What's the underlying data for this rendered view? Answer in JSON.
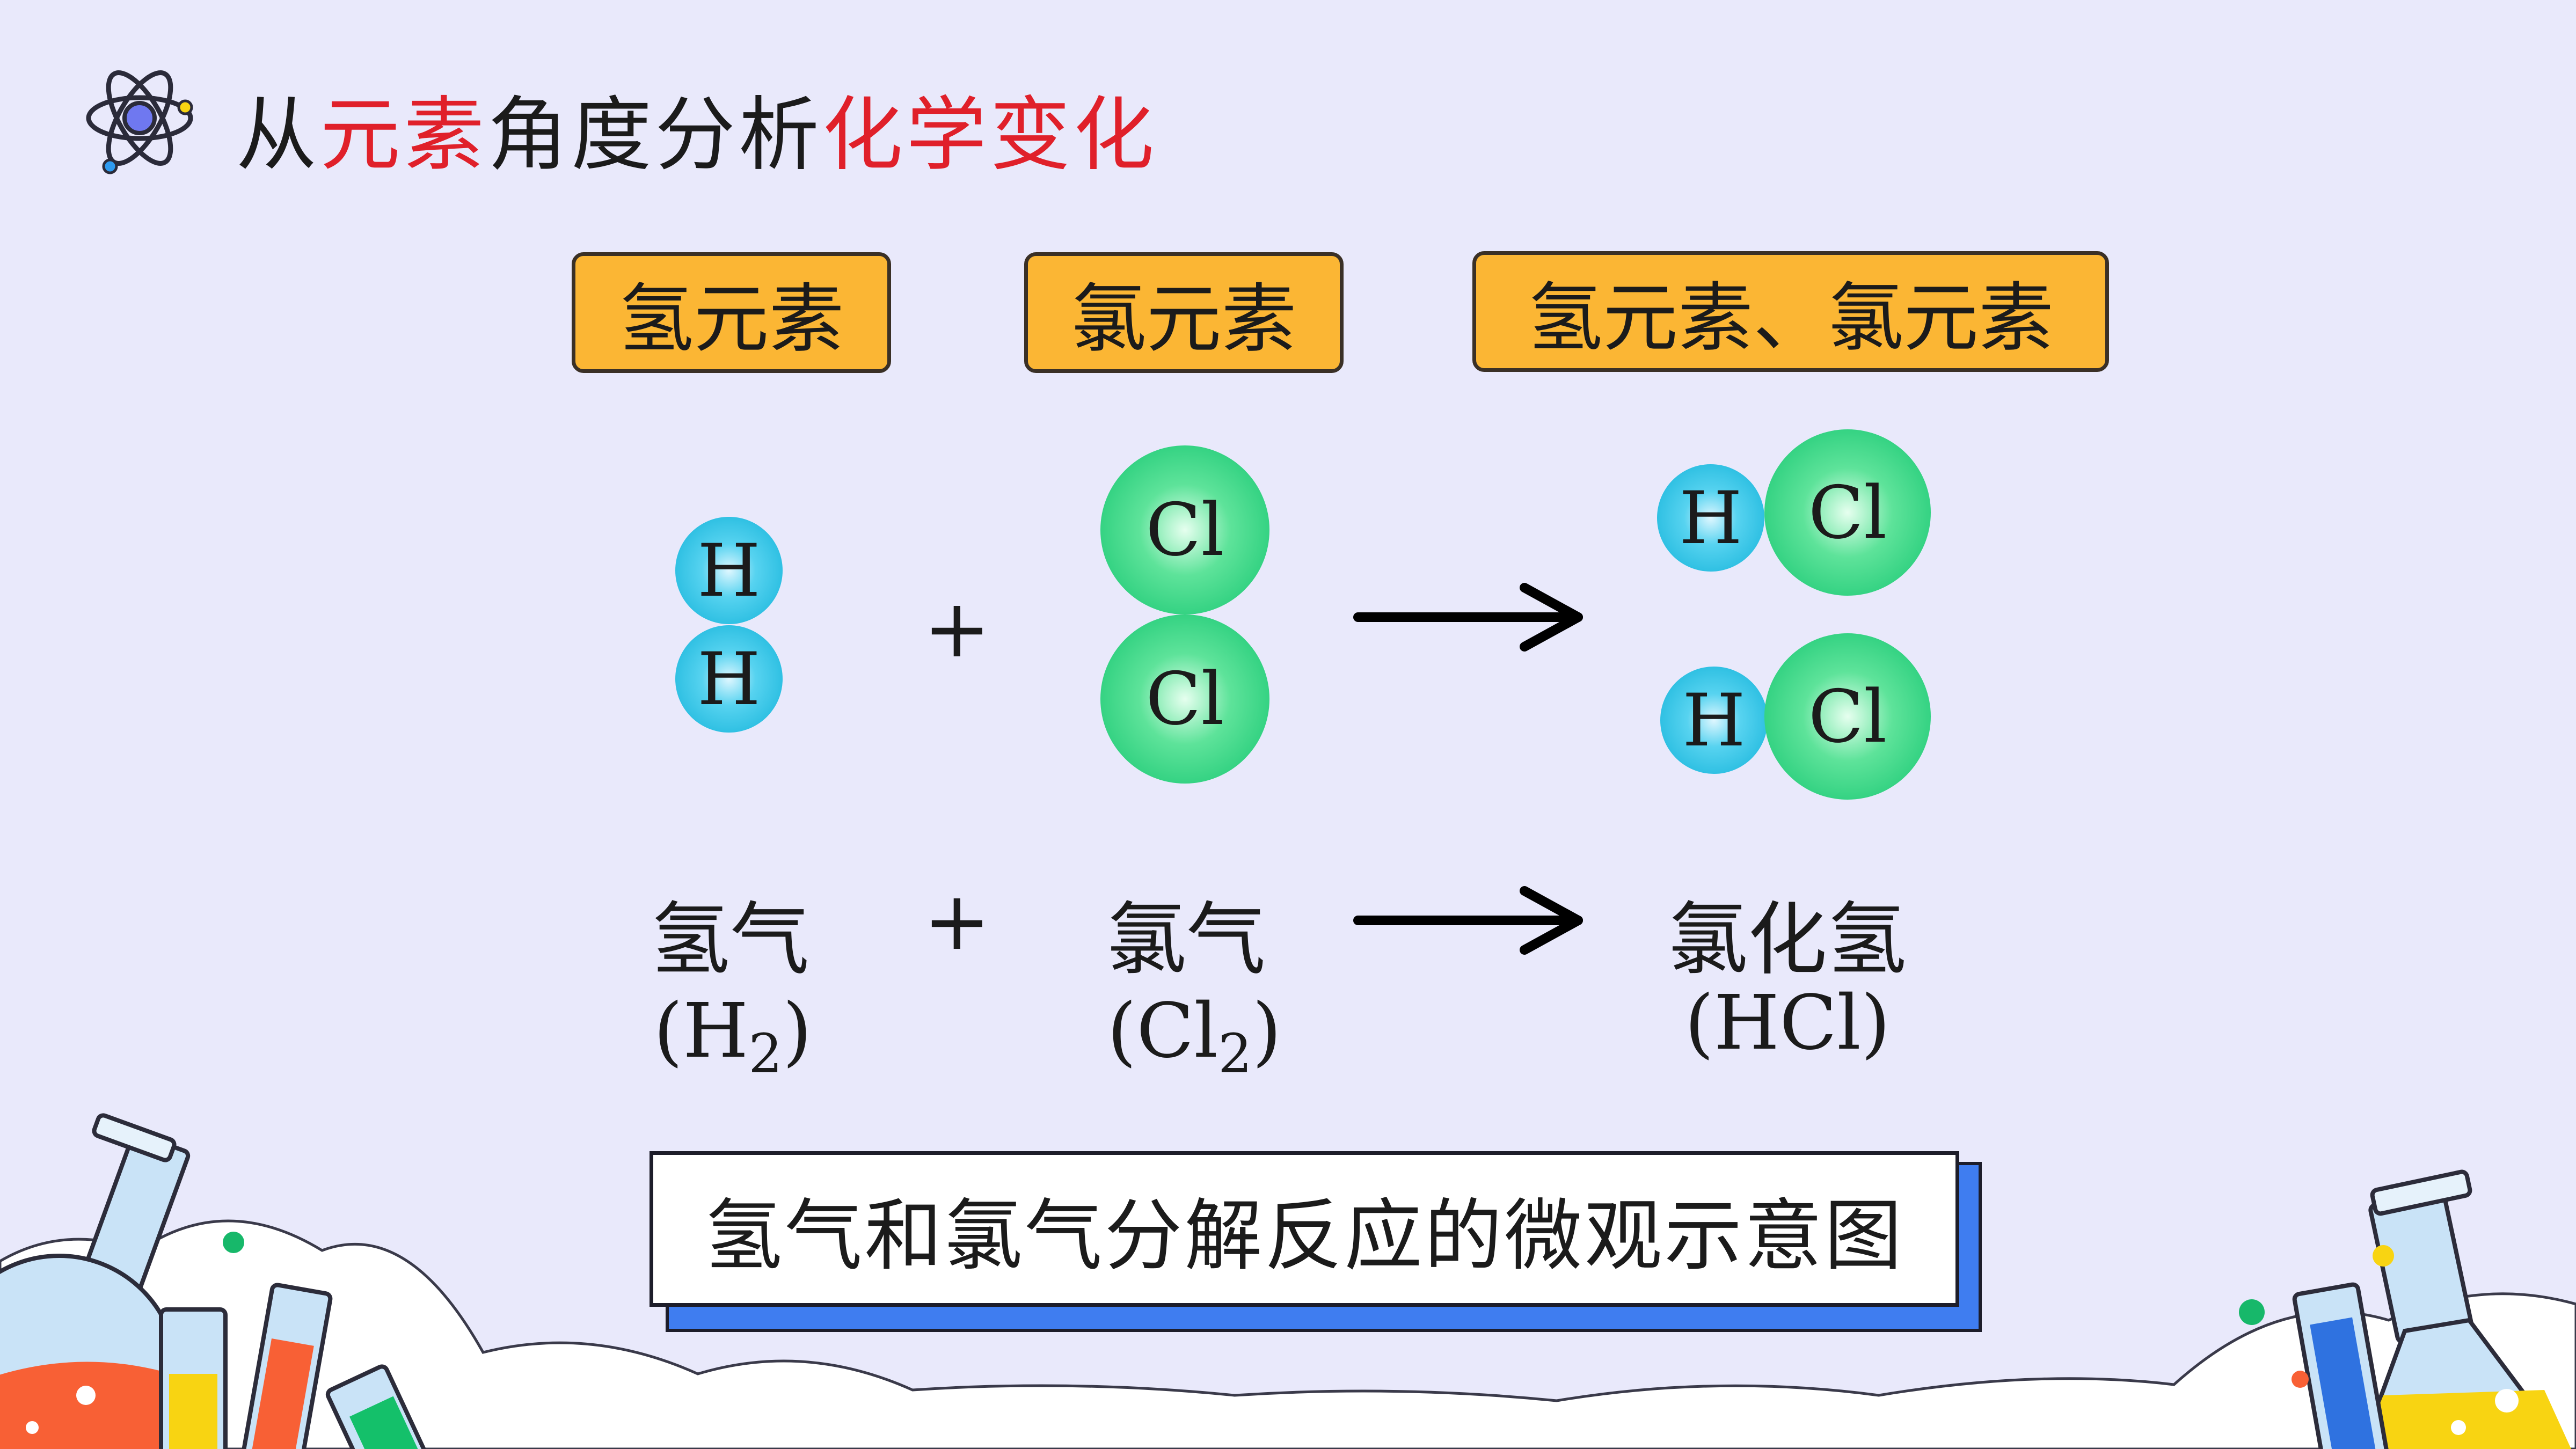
{
  "title": {
    "prefix": "从",
    "red1": "元素",
    "middle": "角度分析",
    "red2": "化学变化"
  },
  "labels": {
    "reactant1": "氢元素",
    "reactant2": "氯元素",
    "product": "氢元素、氯元素"
  },
  "atoms": {
    "h": "H",
    "cl": "Cl"
  },
  "plus": "+",
  "words": {
    "reactant1": "氢气",
    "reactant2": "氯气",
    "product": "氯化氢"
  },
  "formulas": {
    "reactant1": {
      "open": "(H",
      "sub": "2",
      "close": ")"
    },
    "reactant2": {
      "open": "(Cl",
      "sub": "2",
      "close": ")"
    },
    "product": "(HCl)"
  },
  "caption": "氢气和氯气分解反应的微观示意图",
  "colors": {
    "label_fill": "#fbb634",
    "hydrogen": "#0fb1d8",
    "chlorine": "#10c46e",
    "title_accent": "#e0202a",
    "caption_shadow": "#3f7df0"
  }
}
